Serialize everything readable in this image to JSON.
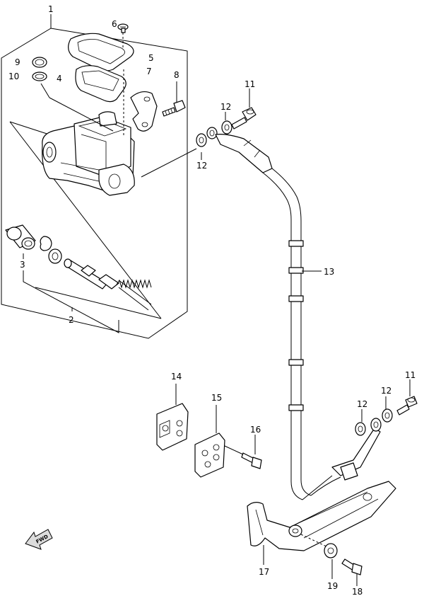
{
  "callouts": {
    "c1": "1",
    "c2": "2",
    "c3": "3",
    "c4": "4",
    "c5": "5",
    "c6": "6",
    "c7": "7",
    "c8": "8",
    "c9": "9",
    "c10": "10",
    "c11a": "11",
    "c11b": "11",
    "c12a": "12",
    "c12b": "12",
    "c12c": "12",
    "c12d": "12",
    "c13": "13",
    "c14": "14",
    "c15": "15",
    "c16": "16",
    "c17": "17",
    "c18": "18",
    "c19": "19"
  },
  "fwd_label": "FWD"
}
